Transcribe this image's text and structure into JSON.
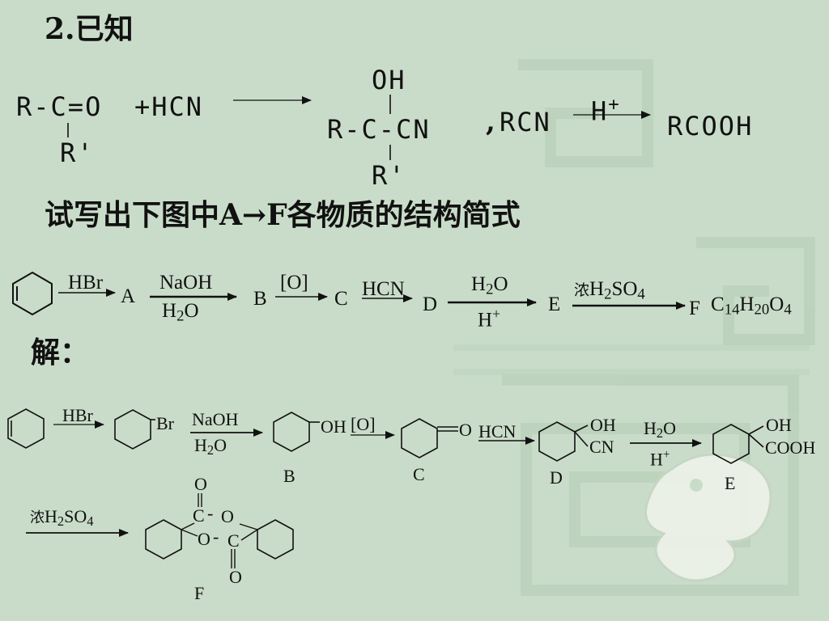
{
  "title": "2.已知",
  "known": {
    "reactant1": "R-C=O",
    "reactant1_sub": "R'",
    "reactant2": "+HCN",
    "product_top": "OH",
    "product_mid": "R-C-CN",
    "product_sub": "R'",
    "comma": ",",
    "rcn": "RCN",
    "acid_condition": "H",
    "acid_sup": "+",
    "rcooh": "RCOOH"
  },
  "question": "试写出下图中A→F各物质的结构简式",
  "scheme": {
    "step1": "HBr",
    "A": "A",
    "step2_top": "NaOH",
    "step2_bottom_h": "H",
    "step2_bottom_sub": "2",
    "step2_bottom_o": "O",
    "B": "B",
    "step3": "[O]",
    "C": "C",
    "step4": "HCN",
    "D": "D",
    "step5_top_h": "H",
    "step5_top_sub": "2",
    "step5_top_o": "O",
    "step5_bottom": "H",
    "step5_bottom_sup": "+",
    "E": "E",
    "step6_prefix": "浓",
    "step6_h": "H",
    "step6_sub1": "2",
    "step6_so": "SO",
    "step6_sub2": "4",
    "F": "F",
    "formula_c": "C",
    "formula_c_sub": "14",
    "formula_h": "H",
    "formula_h_sub": "20",
    "formula_o": "O",
    "formula_o_sub": "4"
  },
  "answer_label": "解：",
  "answer": {
    "hbr": "HBr",
    "br": "Br",
    "naoh": "NaOH",
    "h2o_h": "H",
    "h2o_sub": "2",
    "h2o_o": "O",
    "oh": "OH",
    "b": "B",
    "o_reagent": "[O]",
    "ketone_o": "O",
    "c": "C",
    "hcn": "HCN",
    "d_oh": "OH",
    "d_cn": "CN",
    "d": "D",
    "e_h2o_h": "H",
    "e_h2o_sub": "2",
    "e_h2o_o": "O",
    "e_hplus": "H",
    "e_hplus_sup": "+",
    "e_oh": "OH",
    "e_cooh": "COOH",
    "e": "E",
    "conc_prefix": "浓",
    "conc_h": "H",
    "conc_sub1": "2",
    "conc_so": "SO",
    "conc_sub2": "4",
    "f_o_top": "O",
    "f_c_top": "C",
    "f_dash_top": "-",
    "f_o_ring_top": "O",
    "f_o_ring_bottom": "O",
    "f_dash_bottom": "-",
    "f_c_bottom": "C",
    "f_o_bottom": "O",
    "f": "F"
  }
}
